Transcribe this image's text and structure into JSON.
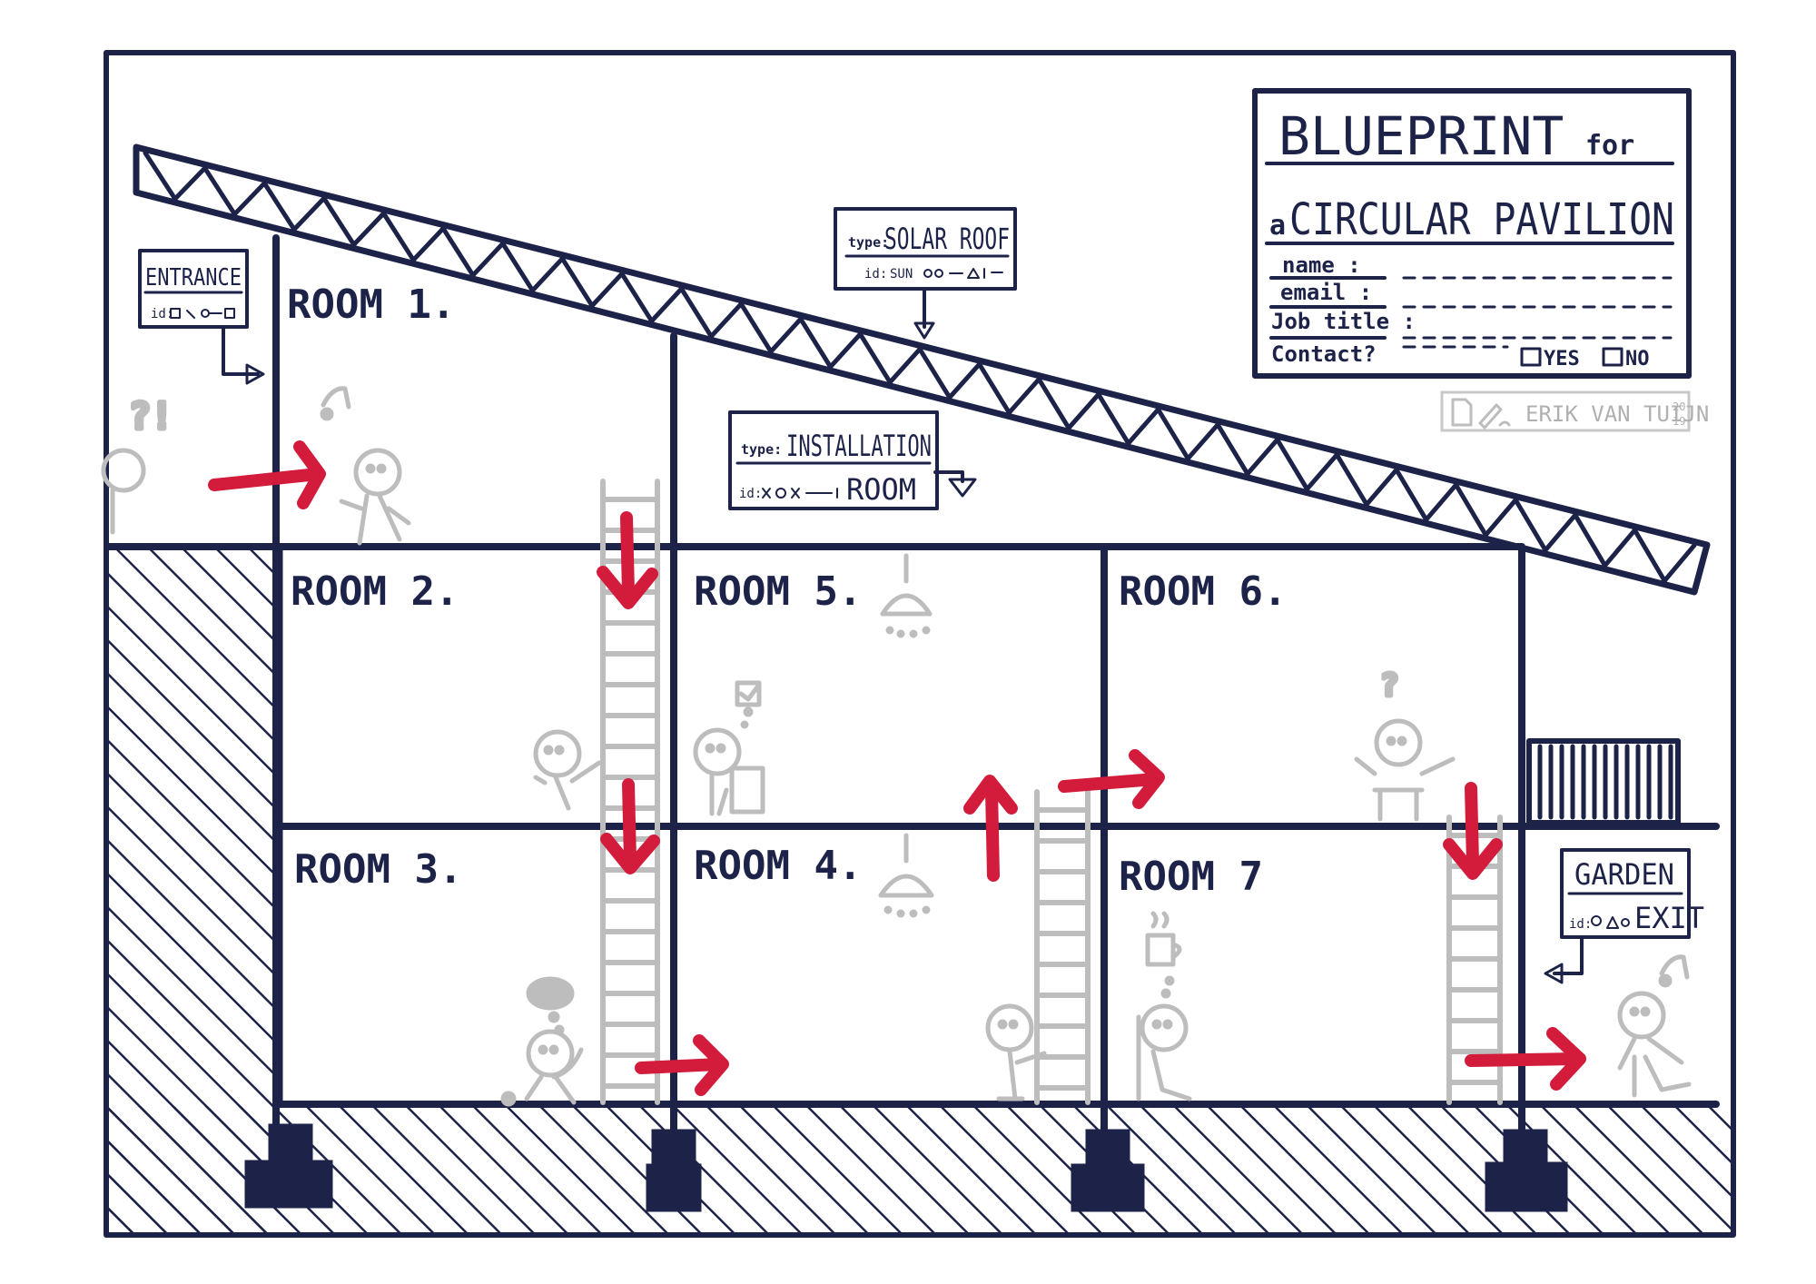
{
  "title_block": {
    "title_line1": "BLUEPRINT",
    "title_for": "for",
    "title_a": "a",
    "title_line2": "CIRCULAR PAVILION",
    "fields": [
      {
        "label": "name :"
      },
      {
        "label": "email :"
      },
      {
        "label": "Job title :"
      },
      {
        "label": "Contact?"
      }
    ],
    "yes_label": "YES",
    "no_label": "NO",
    "credit": "ERIK VAN TUIJN",
    "credit_year_top": "20",
    "credit_year_bottom": "19"
  },
  "rooms": [
    {
      "label": "ROOM 1."
    },
    {
      "label": "ROOM 2."
    },
    {
      "label": "ROOM 3."
    },
    {
      "label": "ROOM 4."
    },
    {
      "label": "ROOM 5."
    },
    {
      "label": "ROOM 6."
    },
    {
      "label": "ROOM 7"
    }
  ],
  "tags": {
    "entrance": {
      "name": "ENTRANCE",
      "id_prefix": "id:"
    },
    "solar_roof": {
      "type_prefix": "type:",
      "name": "SOLAR ROOF",
      "id_prefix": "id:",
      "id_value": "SUN"
    },
    "installation_room": {
      "type_prefix": "type:",
      "name_line1": "INSTALLATION",
      "id_prefix": "id:",
      "name_line2": "ROOM"
    },
    "garden_exit": {
      "name_line1": "GARDEN",
      "id_prefix": "id:",
      "name_line2": "EXIT"
    }
  },
  "doodles": {
    "question_marks": "?!",
    "question_mark": "?"
  },
  "colors": {
    "ink": "#1d2348",
    "arrow": "#d31c3c",
    "pencil_grey": "#bdbdbd"
  }
}
